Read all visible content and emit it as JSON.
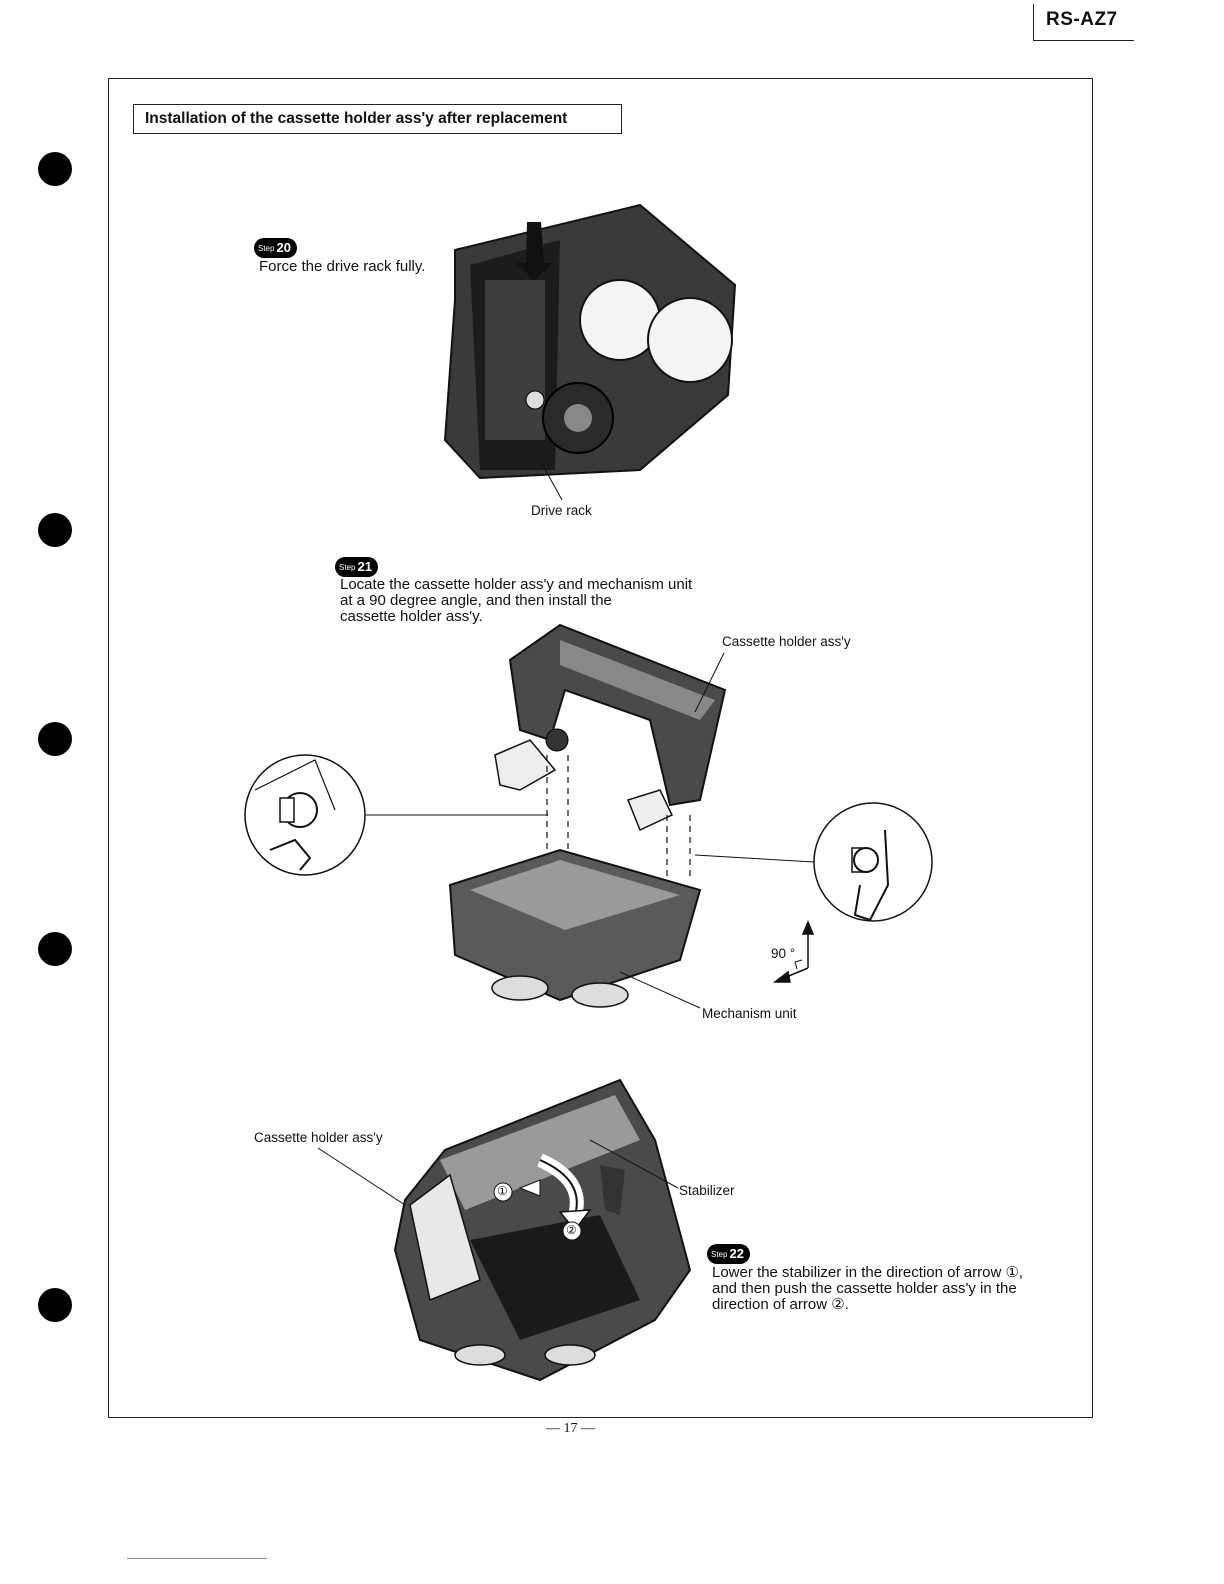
{
  "header": {
    "model": "RS-AZ7"
  },
  "section": {
    "title": "Installation of the cassette holder ass'y after replacement"
  },
  "steps": [
    {
      "badge_word": "Step",
      "number": "20",
      "lines": [
        "Force the drive rack fully."
      ]
    },
    {
      "badge_word": "Step",
      "number": "21",
      "lines": [
        "Locate the cassette holder ass'y and mechanism unit",
        "at a 90 degree angle, and then install the",
        "cassette holder ass'y."
      ]
    },
    {
      "badge_word": "Step",
      "number": "22",
      "lines": [
        "Lower the stabilizer in the direction of arrow ①,",
        "and then push the cassette holder ass'y in the",
        "direction of arrow ②."
      ]
    }
  ],
  "labels": {
    "drive_rack": "Drive rack",
    "cassette_holder_top": "Cassette holder ass'y",
    "mechanism_unit": "Mechanism unit",
    "angle": "90 °",
    "cassette_holder_bottom": "Cassette holder ass'y",
    "stabilizer": "Stabilizer",
    "arrow_1": "①",
    "arrow_2": "②"
  },
  "footer": {
    "page": "— 17 —"
  }
}
